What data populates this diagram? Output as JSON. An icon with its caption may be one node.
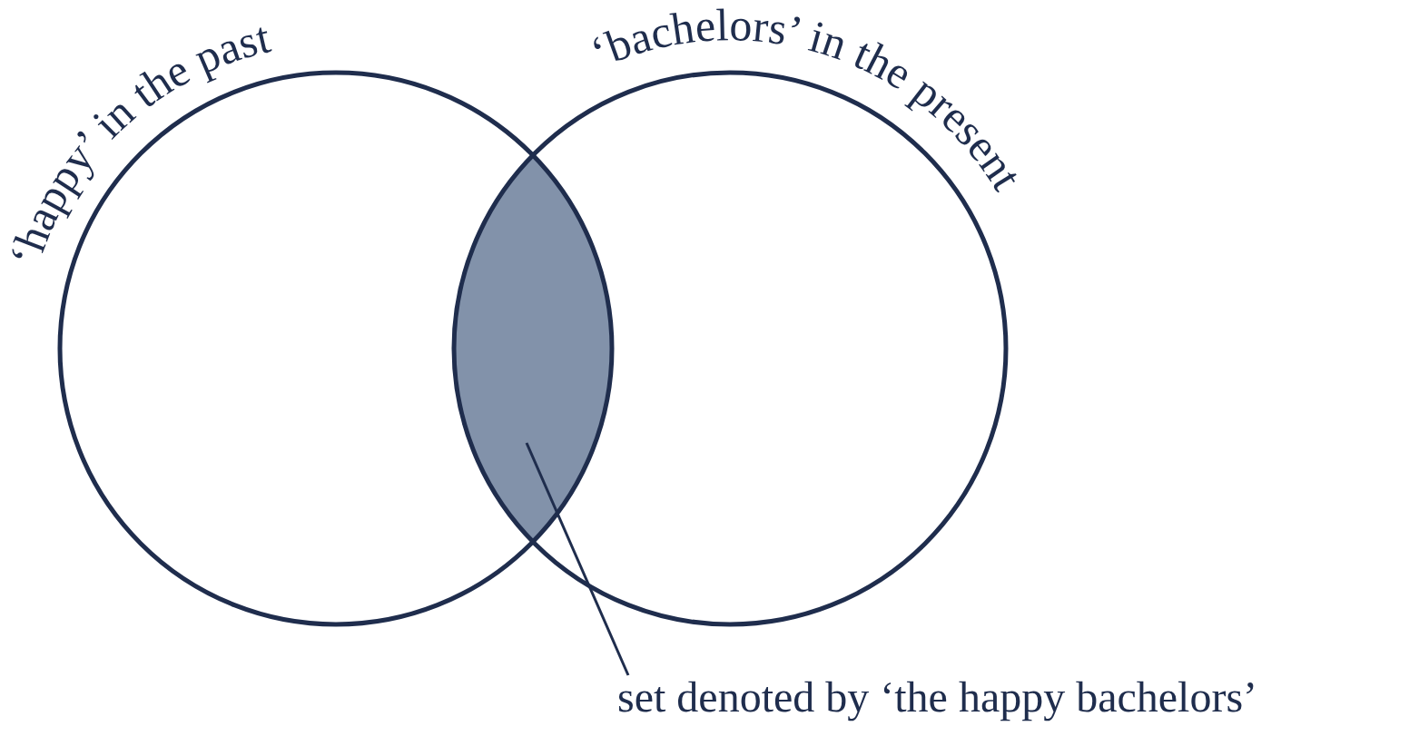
{
  "diagram": {
    "nodes": [
      {
        "text": [
          "‘happy’ in the past"
        ]
      },
      {
        "text": [
          "‘bachelors’ in the present"
        ]
      },
      {
        "text": [],
        "shape": "lens"
      },
      {
        "text": [
          "set denoted by ‘the happy bachelors’"
        ]
      }
    ],
    "edges": [
      {
        "from": 3,
        "to": 2,
        "arrow": "none"
      }
    ]
  }
}
